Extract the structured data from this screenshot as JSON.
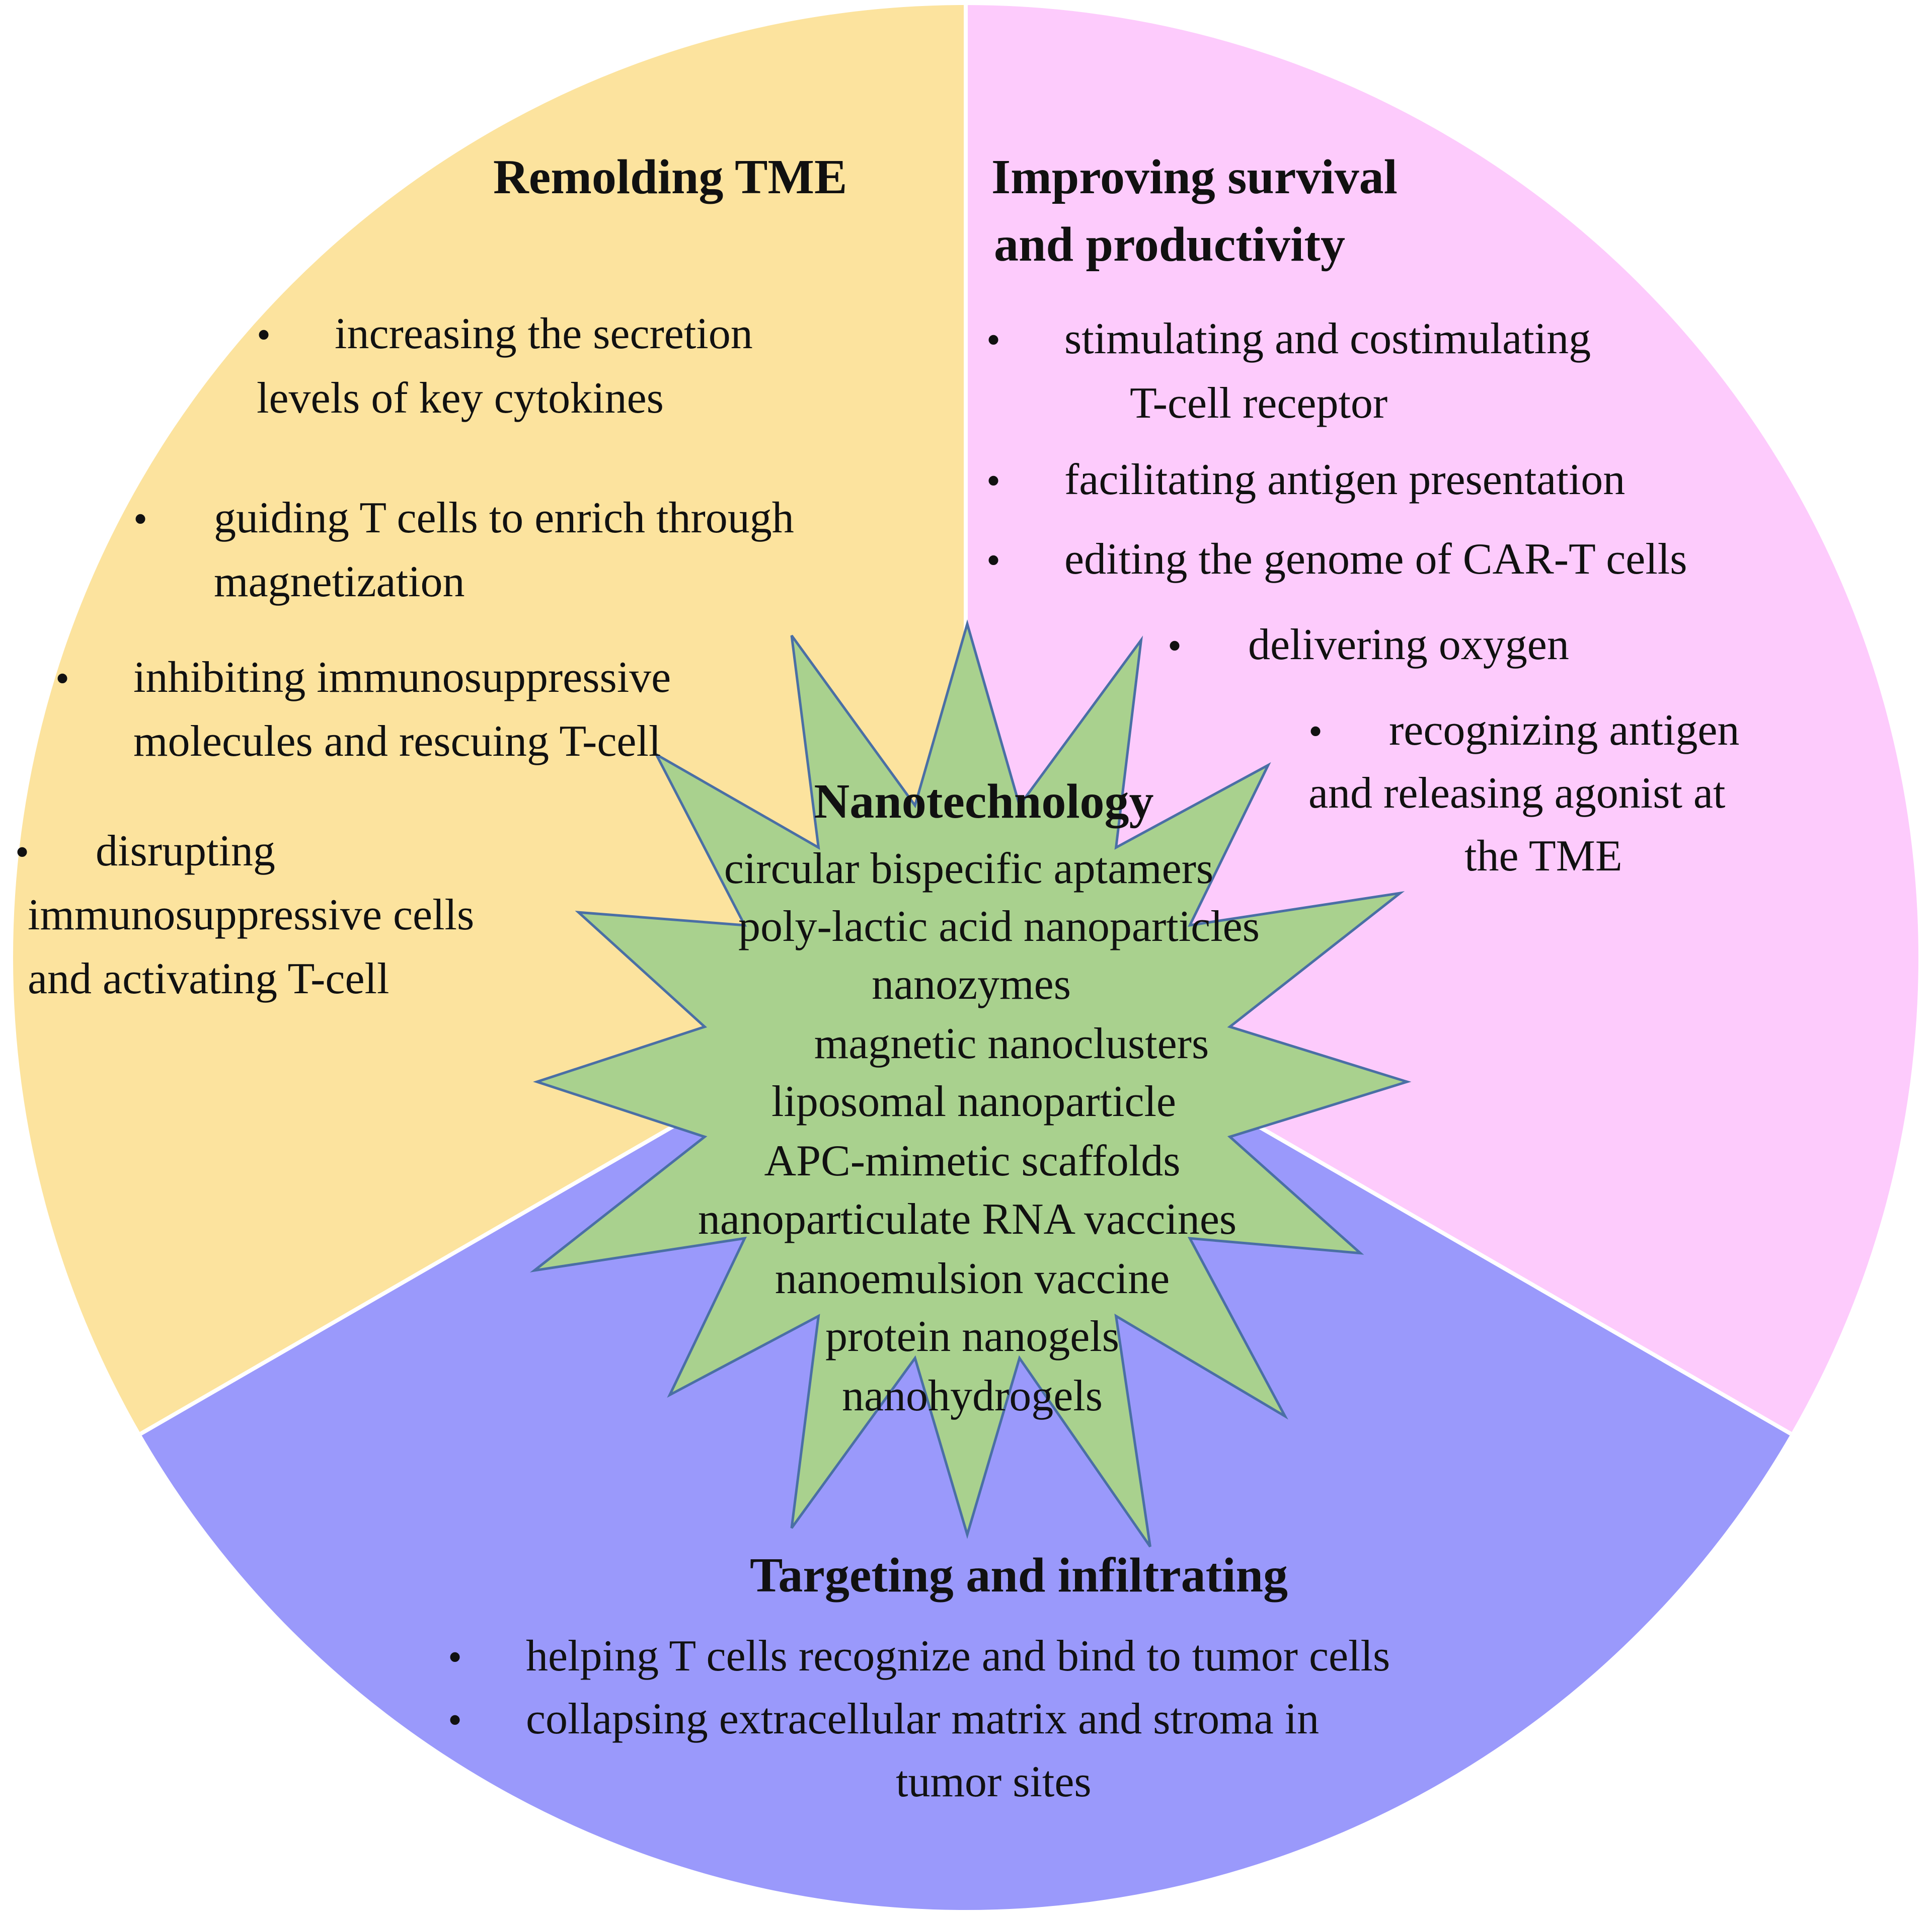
{
  "colors": {
    "remolding": "#fce39e",
    "survival": "#fdcbfc",
    "targeting": "#9a99fb",
    "nanotech": "#a9d18e",
    "outline": "#4a6fa5",
    "divider": "#ffffff"
  },
  "remolding": {
    "title": "Remolding  TME",
    "bullet": "•",
    "items": [
      [
        "increasing the secretion",
        "levels of key  cytokines"
      ],
      [
        "guiding  T cells to enrich through",
        "magnetization"
      ],
      [
        "inhibiting  immunosuppressive",
        "molecules  and rescuing T-cell"
      ],
      [
        "disrupting",
        "immunosuppressive  cells",
        "and activating  T-cell"
      ]
    ]
  },
  "survival": {
    "title": [
      "Improving  survival",
      "and productivity"
    ],
    "bullet": "•",
    "items": [
      [
        "stimulating  and costimulating",
        "T-cell receptor"
      ],
      [
        "facilitating  antigen  presentation"
      ],
      [
        "editing the  genome  of CAR-T cells"
      ],
      [
        "delivering oxygen"
      ],
      [
        "recognizing  antigen",
        "and releasing agonist at",
        "the TME"
      ]
    ]
  },
  "targeting": {
    "title": "Targeting  and infiltrating",
    "bullet": "•",
    "items": [
      [
        "helping T cells recognize and bind to tumor  cells"
      ],
      [
        "collapsing extracellular matrix and stroma  in",
        "tumor  sites"
      ]
    ]
  },
  "nanotech": {
    "title": "Nanotechnology",
    "items": [
      "circular  bispecific aptamers",
      "poly-lactic  acid nanoparticles",
      "nanozymes",
      "magnetic  nanoclusters",
      "liposomal nanoparticle",
      "APC-mimetic  scaffolds",
      "nanoparticulate  RNA vaccines",
      "nanoemulsion  vaccine",
      "protein nanogels",
      "nanohydrogels"
    ]
  }
}
